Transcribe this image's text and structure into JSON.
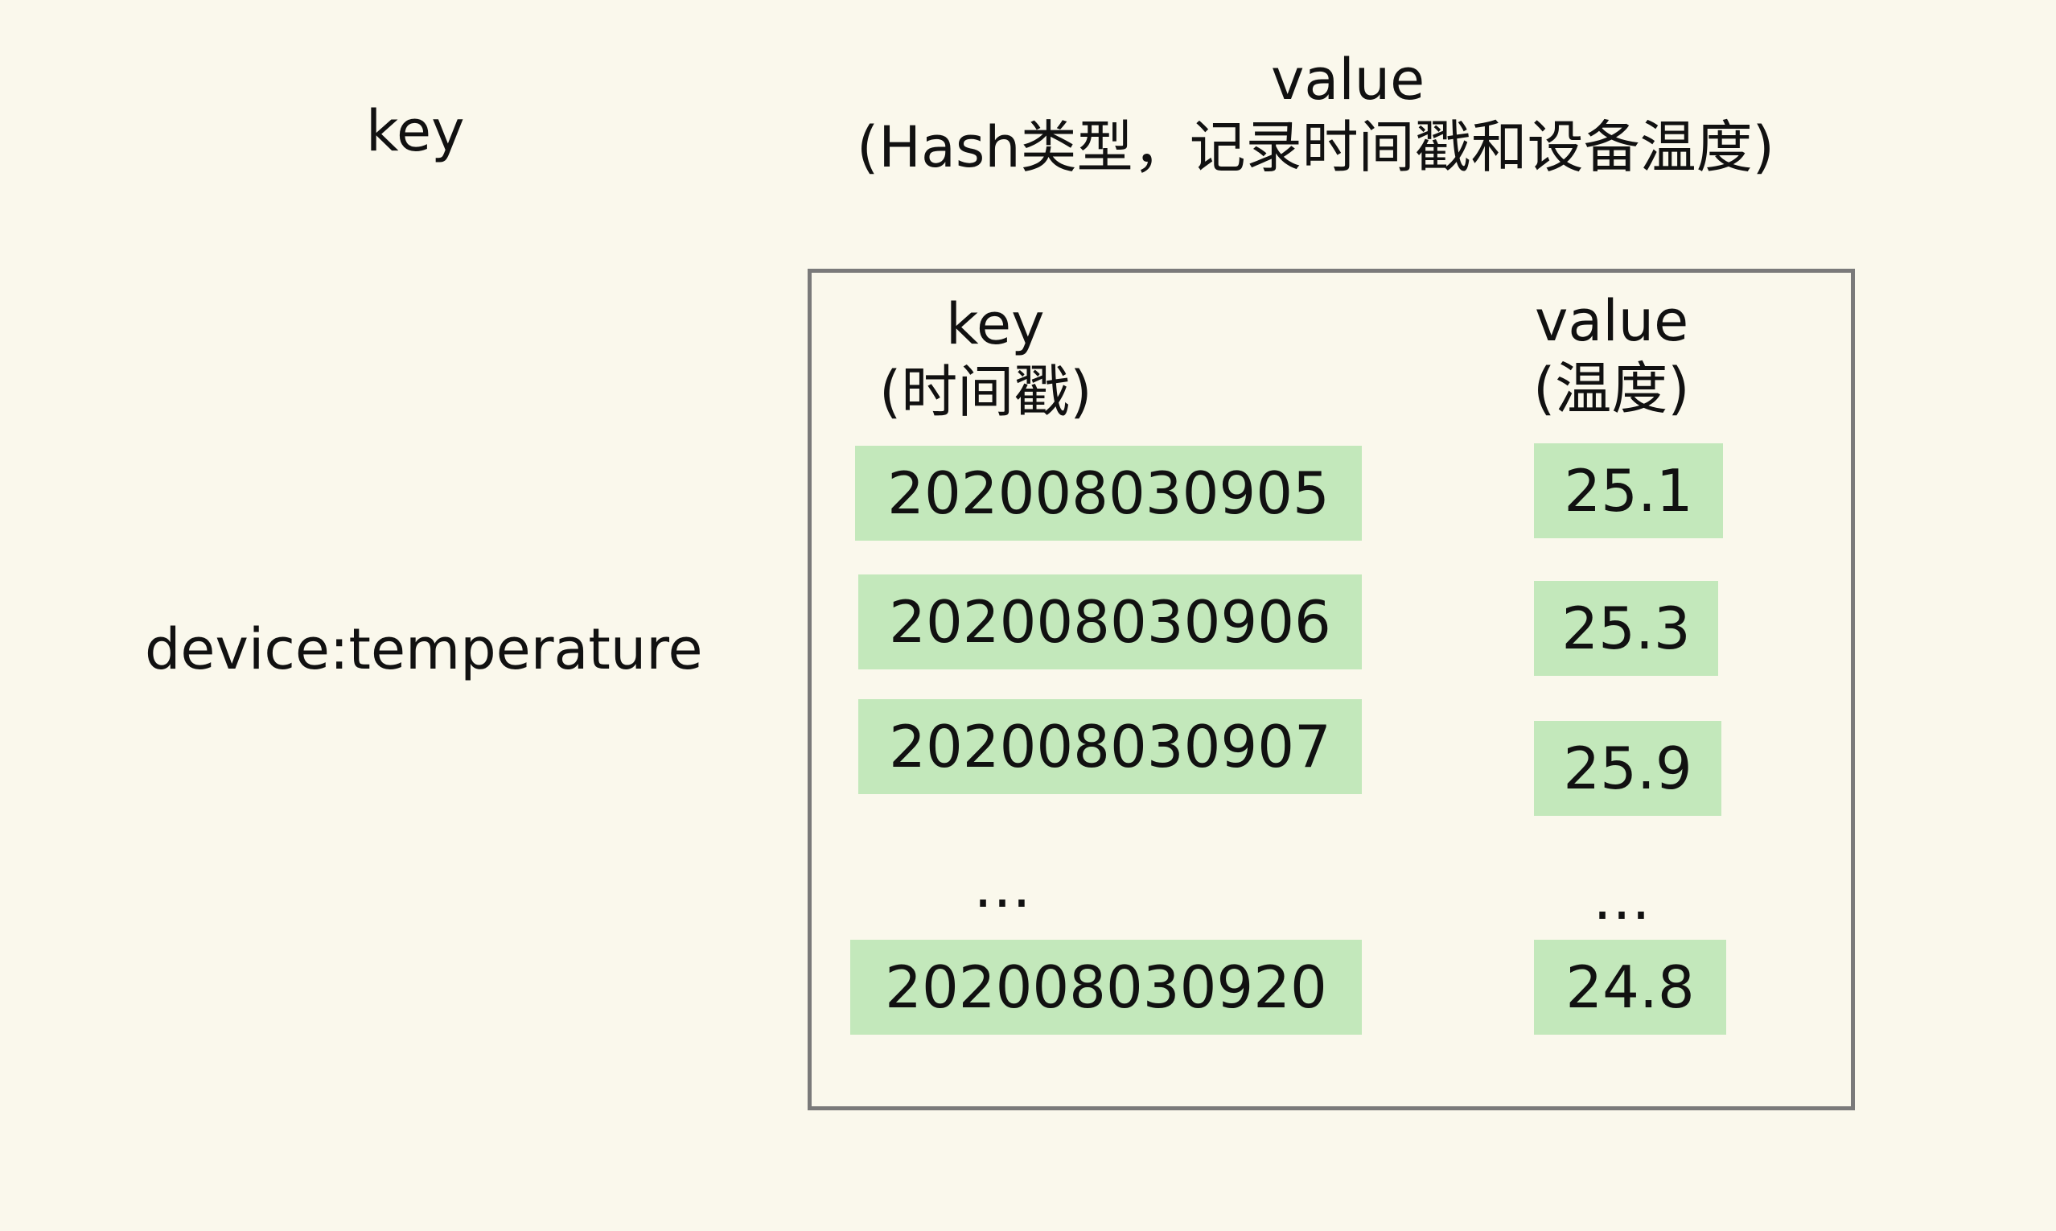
{
  "outer": {
    "key_label": "key",
    "value_label": "value",
    "value_sublabel": "(Hash类型，记录时间戳和设备温度)",
    "key_name": "device:temperature"
  },
  "hash": {
    "key_header": "key",
    "key_subheader": "(时间戳)",
    "value_header": "value",
    "value_subheader": "(温度)",
    "ellipsis": "…",
    "rows": [
      {
        "key": "202008030905",
        "value": "25.1"
      },
      {
        "key": "202008030906",
        "value": "25.3"
      },
      {
        "key": "202008030907",
        "value": "25.9"
      },
      {
        "key": "202008030920",
        "value": "24.8"
      }
    ]
  },
  "colors": {
    "background": "#faf8ec",
    "cell_fill": "#c3e8bb",
    "box_border": "#7a7a7a"
  }
}
